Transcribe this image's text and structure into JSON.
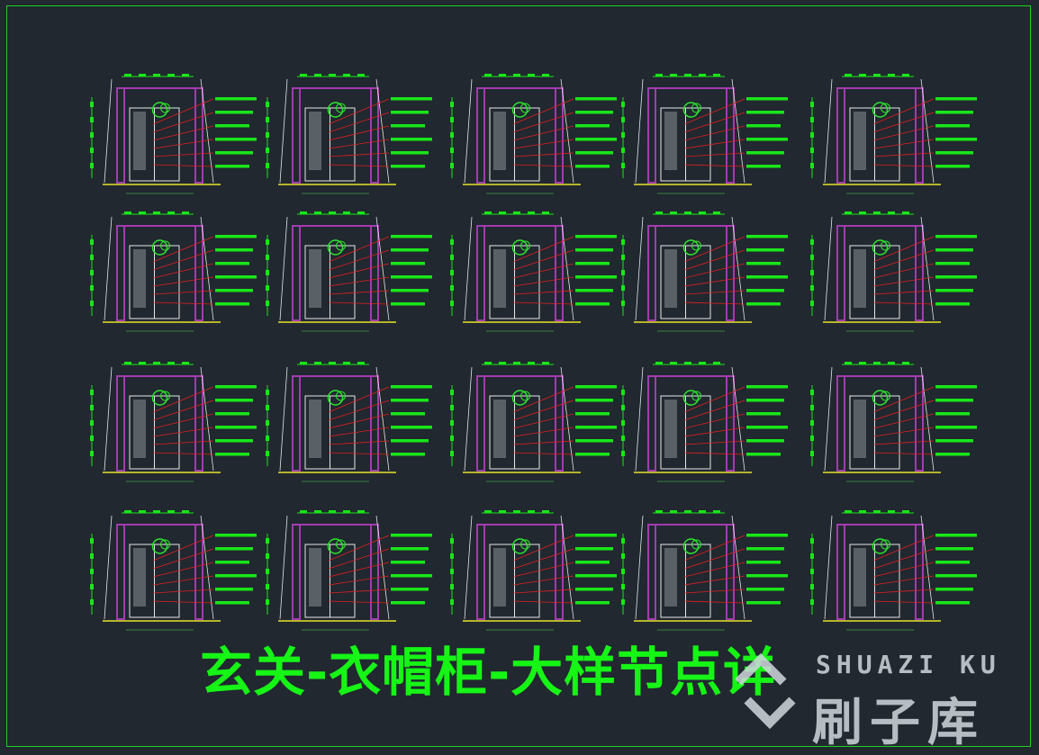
{
  "title": "玄关-衣帽柜-大样节点详",
  "watermark": {
    "english": "SHUAZI KU",
    "chinese": "刷子库"
  },
  "drawing_icons": [
    "cabinet-elevation-drawing"
  ],
  "colors": {
    "background": "#212830",
    "frame": "#1fd11f",
    "title": "#16f516",
    "leader_line": "#e02020",
    "label_bar": "#19e619",
    "wall": "#a33bb0",
    "drawing_line": "#e6e6e6",
    "floor_line": "#e8e22a",
    "watermark": "#cfd6dc"
  }
}
